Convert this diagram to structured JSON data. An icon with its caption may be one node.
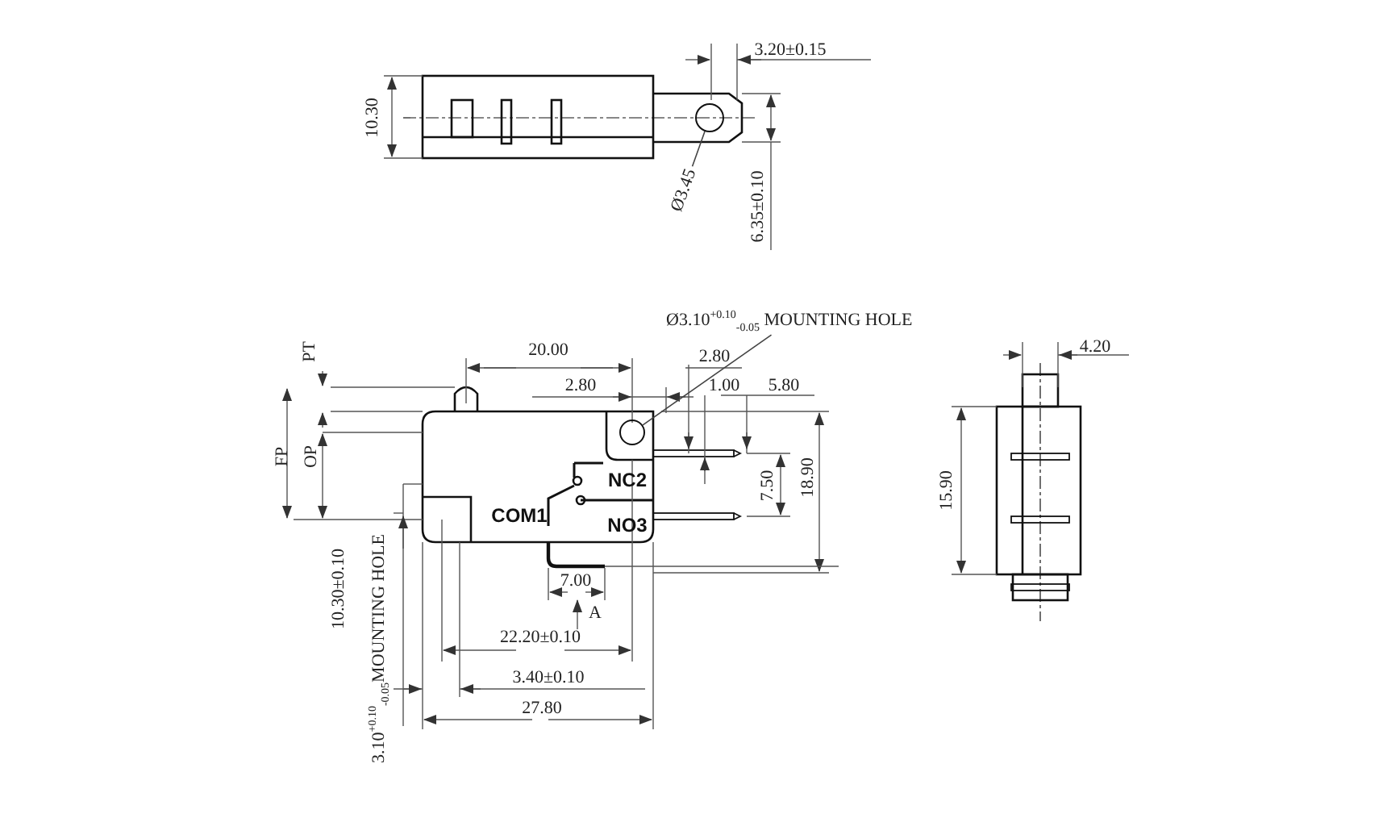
{
  "diagram": {
    "nodes": [
      {
        "text": [
          "Ø3.10$^{+0.10}$$_{-0.05}$ MOUNTING HOLE"
        ]
      },
      {
        "text": [],
        "shape": "circle"
      },
      {
        "text": [
          "Ø3.45"
        ]
      },
      {
        "text": [],
        "shape": "circle"
      }
    ],
    "edges": [
      {
        "from": 0,
        "to": 1,
        "arrow": "none"
      },
      {
        "from": 2,
        "to": 3,
        "arrow": "none"
      }
    ],
    "labels": [
      "3.20±0.15",
      "10.30",
      "6.35±0.10",
      "PT",
      "20.00",
      "2.80",
      "2.80",
      "1.00",
      "5.80",
      "FP",
      "OP",
      "NC2",
      "7.50",
      "18.90",
      "COM1",
      "NO3",
      "4.20",
      "15.90",
      "7.00",
      "A",
      "22.20±0.10",
      "10.30±0.10",
      "3.40±0.10",
      "3.10$^{+0.10}$$_{-0.05}$MOUNTING HOLE",
      "27.80"
    ]
  }
}
